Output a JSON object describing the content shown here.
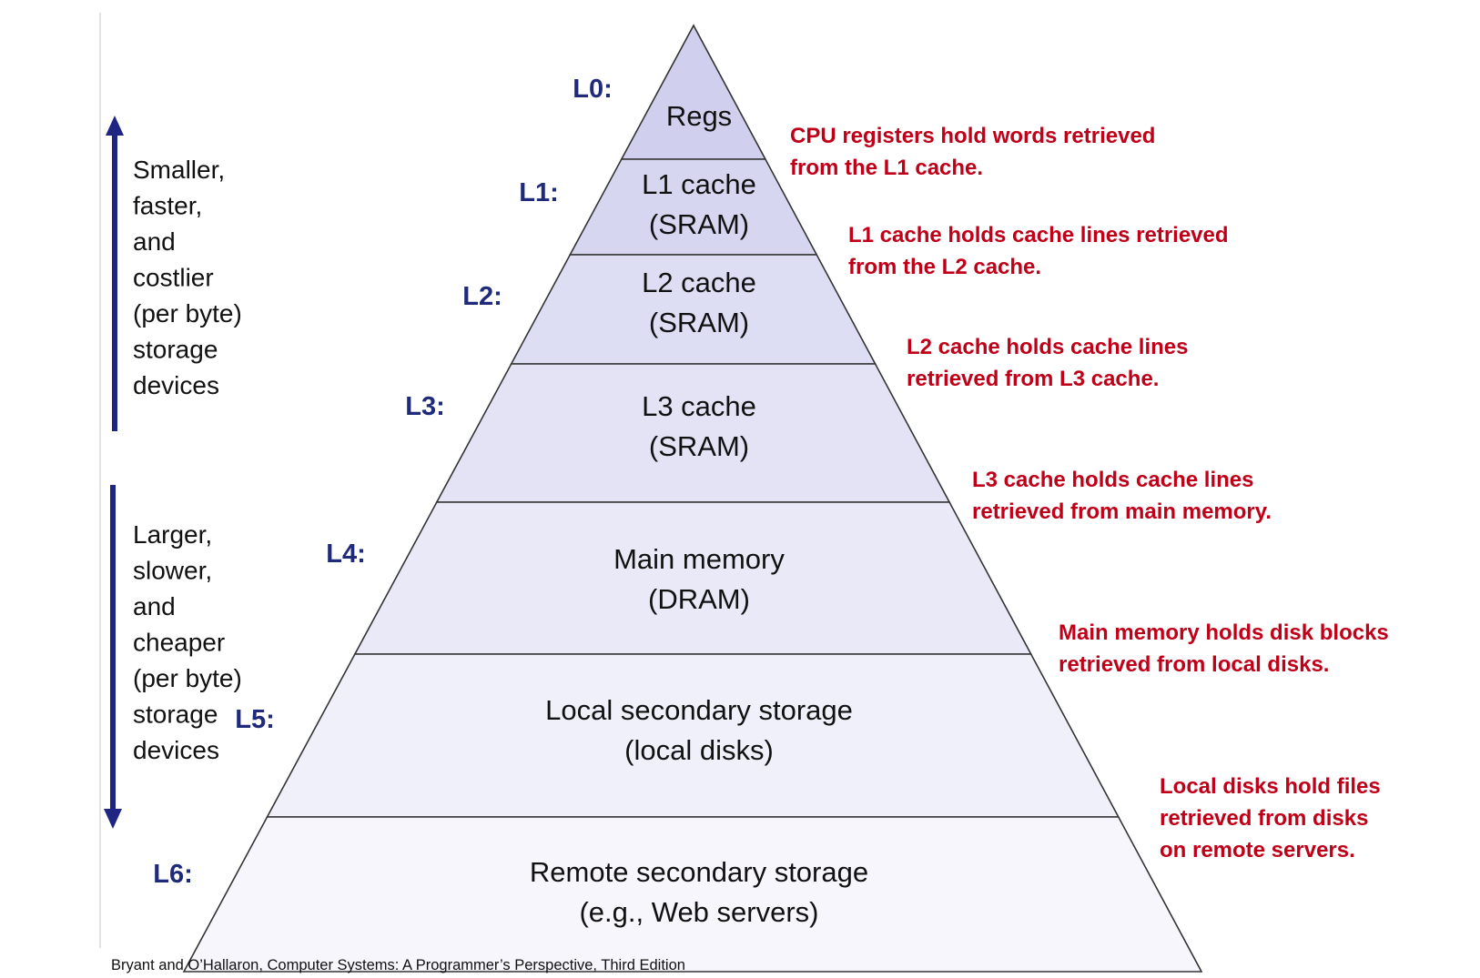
{
  "colors": {
    "tier_fill_top": "#d0d0ee",
    "tier_fill_bottom": "#f6f6fc",
    "outline": "#333333",
    "level_label": "#1f2a7a",
    "annotation": "#c00018",
    "arrow": "#1f2583"
  },
  "tiers": [
    {
      "level": "L0:",
      "lines": [
        "Regs"
      ]
    },
    {
      "level": "L1:",
      "lines": [
        "L1 cache",
        "(SRAM)"
      ]
    },
    {
      "level": "L2:",
      "lines": [
        "L2 cache",
        "(SRAM)"
      ]
    },
    {
      "level": "L3:",
      "lines": [
        "L3 cache",
        "(SRAM)"
      ]
    },
    {
      "level": "L4:",
      "lines": [
        "Main memory",
        "(DRAM)"
      ]
    },
    {
      "level": "L5:",
      "lines": [
        "Local secondary storage",
        "(local disks)"
      ]
    },
    {
      "level": "L6:",
      "lines": [
        "Remote secondary storage",
        "(e.g., Web servers)"
      ]
    }
  ],
  "annotations": [
    [
      "CPU registers hold words retrieved",
      "from the L1 cache."
    ],
    [
      "L1 cache holds cache lines retrieved",
      "from the L2 cache."
    ],
    [
      "L2 cache holds cache lines",
      "retrieved from L3 cache."
    ],
    [
      "L3 cache holds cache lines",
      "retrieved from main memory."
    ],
    [
      "Main memory holds disk blocks",
      "retrieved from local disks."
    ],
    [
      "Local disks hold files",
      "retrieved from disks",
      "on remote servers."
    ]
  ],
  "side_notes": {
    "up": [
      "Smaller,",
      "faster,",
      "and",
      "costlier",
      "(per byte)",
      "storage",
      "devices"
    ],
    "down": [
      "Larger,",
      "slower,",
      "and",
      "cheaper",
      "(per byte)",
      "storage",
      "devices"
    ]
  },
  "citation": "Bryant and O’Hallaron, Computer Systems: A Programmer’s Perspective, Third Edition"
}
